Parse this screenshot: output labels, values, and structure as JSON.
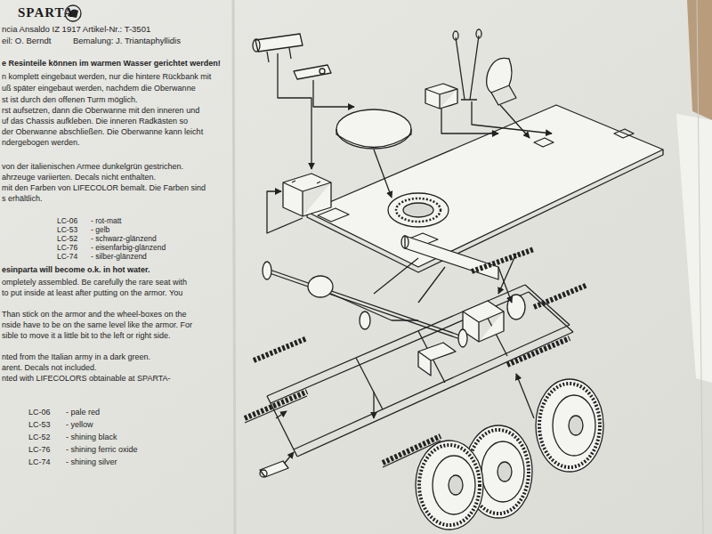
{
  "diagram": {
    "labels": [
      "SPARTA",
      "ncia Ansaldo IZ 1917 Artikel-Nr.: T-3501",
      "eil: O. Berndt",
      "Bemalung: J. Triantaphyllidis",
      "e Resinteile können im warmen Wasser gerichtet werden!",
      "n komplett eingebaut werden, nur die hintere Rückbank mit",
      "uß später eingebaut werden, nachdem die Oberwanne",
      "st ist durch den offenen Turm möglich.",
      "rst aufsetzen, dann die Oberwanne mit den inneren und",
      "uf das Chassis aufkleben. Die inneren Radkästen so",
      "der Oberwanne abschließen. Die Oberwanne kann leicht",
      "ndergebogen werden.",
      "von der italienischen Armee dunkelgrün gestrichen.",
      "ahrzeuge variierten. Decals nicht enthalten.",
      "mit den Farben von LIFECOLOR bemalt. Die Farben sind",
      "s erhältlich.",
      "LC-06",
      "- rot-matt",
      "LC-53",
      "- gelb",
      "LC-52",
      "- schwarz-glänzend",
      "LC-76",
      "- eisenfarbig-glänzend",
      "LC-74",
      "- silber-glänzend",
      "esinparta will become o.k. in hot water.",
      "ompletely assembled. Be carefully the rare seat with",
      "to put inside at least after putting on the armor. You",
      "Than stick on the armor and the wheel-boxes on the",
      "nside have to be on the same level like the armor. For",
      "sible to move it a little bit to the left or right side.",
      "nted from the Italian army in a dark green.",
      "arent. Decals not included.",
      "nted with LIFECOLORS obtainable at SPARTA-",
      "LC-06",
      "- pale red",
      "LC-53",
      "- yellow",
      "LC-52",
      "- shining black",
      "LC-76",
      "- shining ferric oxide",
      "LC-74",
      "- shining silver"
    ]
  }
}
